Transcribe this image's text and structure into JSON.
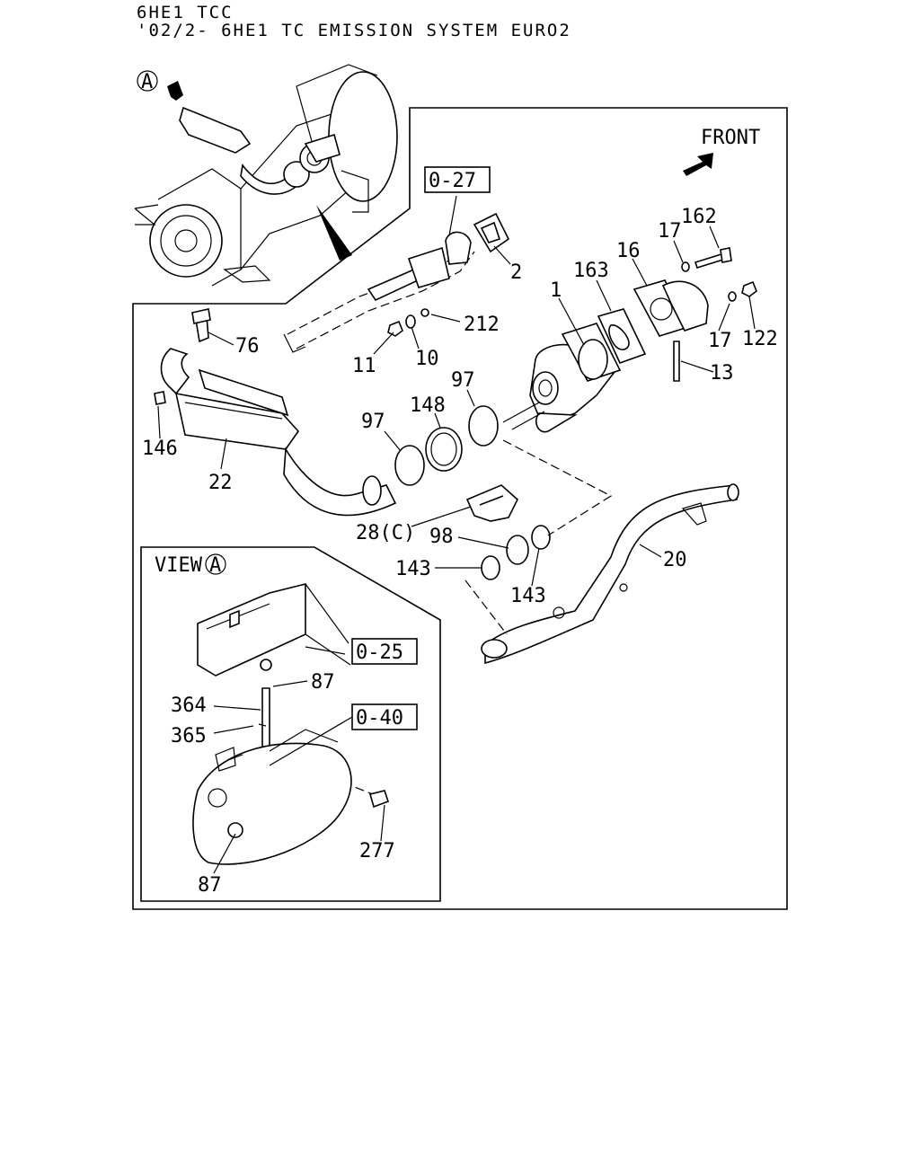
{
  "header": {
    "model_line": "6HE1 TCC",
    "title_line": "'02/2- 6HE1 TC EMISSION SYSTEM EURO2"
  },
  "view_marker": "A",
  "front_label": "FRONT",
  "view_inset_label": "VIEW",
  "ref_boxes": [
    "0-27",
    "0-25",
    "0-40"
  ],
  "callouts": [
    "162",
    "17",
    "16",
    "163",
    "1",
    "2",
    "212",
    "11",
    "10",
    "76",
    "146",
    "22",
    "97",
    "148",
    "97",
    "13",
    "17",
    "122",
    "28(C)",
    "98",
    "143",
    "143",
    "20",
    "87",
    "364",
    "365",
    "277",
    "87"
  ]
}
